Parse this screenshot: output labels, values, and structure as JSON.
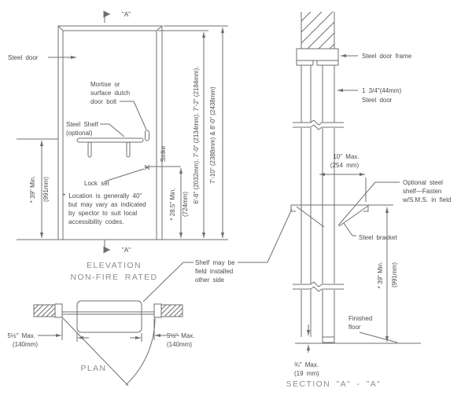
{
  "elevation": {
    "marker_top": "\"A\"",
    "marker_bottom": "\"A\"",
    "steel_door_label": "Steel door",
    "mortise": [
      "Mortise or",
      "surface dutch",
      "door bolt"
    ],
    "shelf": [
      "Steel Shelf",
      "(optional)"
    ],
    "lock_set_label": "Lock set",
    "strike_label": "Strike",
    "note": [
      "* Location is generally 40\"",
      "but may vary as indicated",
      "by spector to suit local",
      "accessibility codes."
    ],
    "dim_39": [
      "* 39\" Min.",
      "(991mm)"
    ],
    "dim_285": [
      "* 28.5\" Min.",
      "(724mm)"
    ],
    "dim_inner": "6'-8\" (2032mm). 7'-0\" (2134mm). 7'-2\" (2184mm).",
    "dim_outer": "7'-10\" (2388mm) & 8'-0\" (2438mm)",
    "title_line1": "ELEVATION",
    "title_line2": "NON-FIRE RATED"
  },
  "plan": {
    "dim_left": [
      "5½\" Max.",
      "(140mm)"
    ],
    "dim_right": [
      "5½\" Max.",
      "(140mm)"
    ],
    "title": "PLAN"
  },
  "shelf_note": [
    "Shelf may be",
    "field installed",
    "other side"
  ],
  "section": {
    "frame_label": "Steel door frame",
    "door_label": [
      "1 3/4\"(44mm)",
      "Steel door"
    ],
    "dim_10": [
      "10\" Max.",
      "(254 mm)"
    ],
    "optional_shelf": [
      "Optional steel",
      "shelf—Fasten",
      "w/S.M.S. in field"
    ],
    "bracket_label": "Steel bracket",
    "dim_39": [
      "* 39\" Min.",
      "(991mm)"
    ],
    "floor_label": [
      "Finished",
      "floor"
    ],
    "dim_34": [
      "¾\" Max.",
      "(19 mm)"
    ],
    "title": "SECTION \"A\" - \"A\""
  },
  "colors": {
    "line": "#6f6f6f",
    "text": "#4a4a4a",
    "title": "#8c8c8c"
  }
}
